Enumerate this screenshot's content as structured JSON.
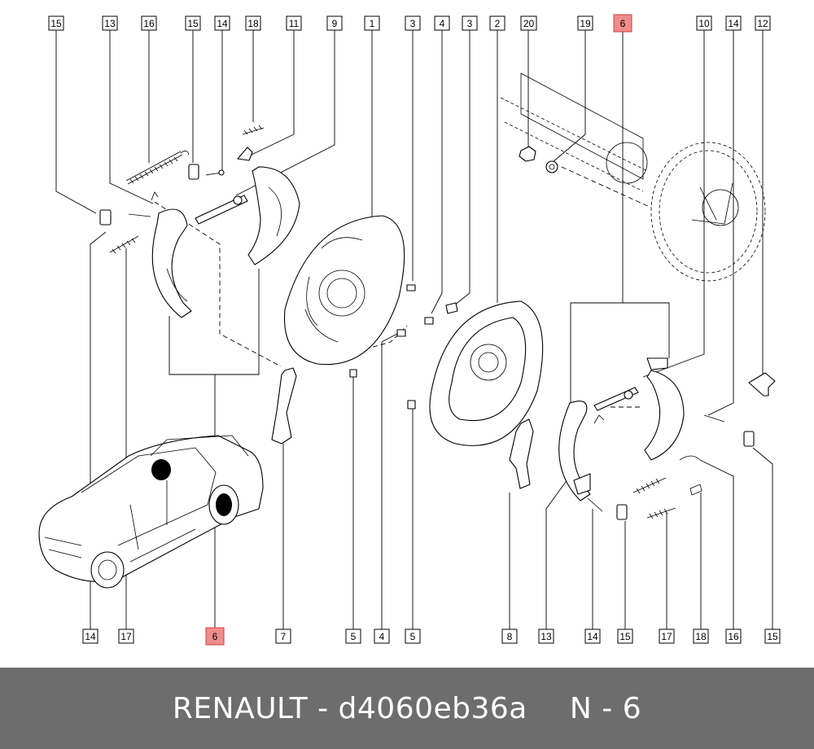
{
  "footer": {
    "brand": "RENAULT",
    "separator": " - ",
    "part_number": "d4060eb36a",
    "ref_prefix": "N",
    "ref_separator": " - ",
    "ref_number": "6"
  },
  "highlight_color": "#f08c8c",
  "callouts_top": [
    "15",
    "13",
    "16",
    "15",
    "14",
    "18",
    "11",
    "9",
    "1",
    "3",
    "4",
    "3",
    "2",
    "20",
    "19",
    "6",
    "10",
    "14",
    "12"
  ],
  "callouts_bottom": [
    "14",
    "17",
    "6",
    "7",
    "5",
    "4",
    "5",
    "8",
    "13",
    "14",
    "15",
    "17",
    "18",
    "16",
    "15"
  ],
  "highlighted_callout": "6"
}
